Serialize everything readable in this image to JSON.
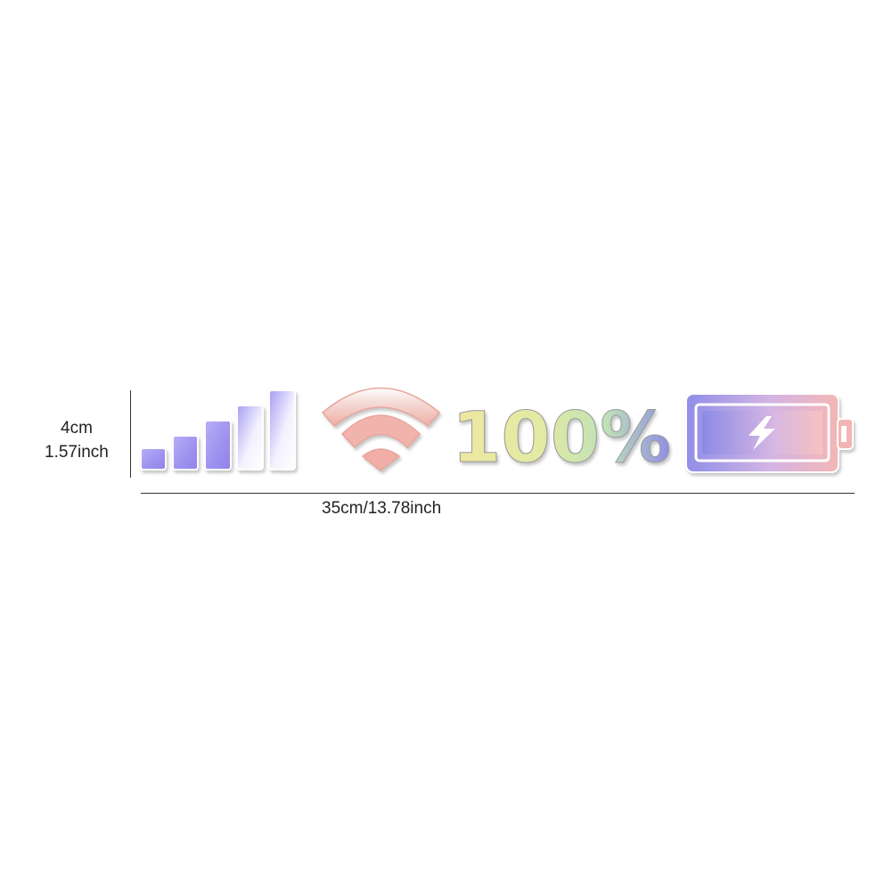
{
  "dimensions": {
    "height_cm": "4cm",
    "height_inch": "1.57inch",
    "width": "35cm/13.78inch"
  },
  "sticker": {
    "battery_percent_text": "100%",
    "signal_bars": 5,
    "wifi_arcs": 3,
    "battery_level_percent": 100,
    "icons": [
      "signal-bars-icon",
      "wifi-icon",
      "battery-icon",
      "lightning-bolt-icon"
    ],
    "colors": {
      "purple": "#9c8ff0",
      "pink": "#f2b4b0",
      "yellow": "#ece49a",
      "green": "#bfe0ae",
      "blue": "#8f8ee8"
    }
  }
}
